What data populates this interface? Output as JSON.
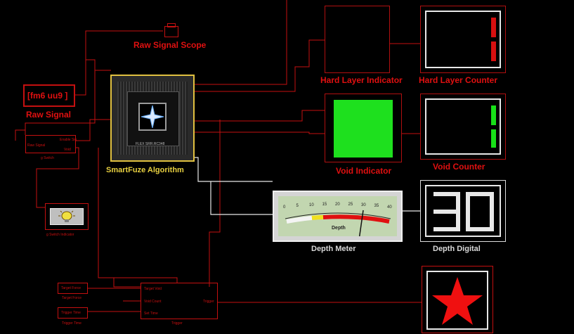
{
  "raw_signal": {
    "display": "[fm6 uu9  ]",
    "label": "Raw Signal"
  },
  "scope": {
    "label": "Raw Signal Scope"
  },
  "algorithm": {
    "label": "SmartFuze Algorithm",
    "chip_text": "FLEX SRR.RC348"
  },
  "switch_block": {
    "in_label": "Raw Signal",
    "out1": "Enable Sig",
    "out2": "Void",
    "caption": "g Switch"
  },
  "hard_indicator": {
    "label": "Hard Layer Indicator"
  },
  "hard_counter": {
    "label": "Hard Layer Counter"
  },
  "void_indicator": {
    "label": "Void Indicator",
    "color": "#1ee01e"
  },
  "void_counter": {
    "label": "Void Counter"
  },
  "depth_meter": {
    "label": "Depth Meter",
    "scale": [
      "0",
      "5",
      "10",
      "15",
      "20",
      "25",
      "30",
      "35",
      "40"
    ],
    "unit": "Depth",
    "value": 30,
    "range": [
      0,
      40
    ]
  },
  "depth_digital": {
    "label": "Depth Digital",
    "value": "30"
  },
  "lamp": {
    "caption": "g Switch Indicator"
  },
  "trigger_block": {
    "in1": "Target Void",
    "in2": "Void Count",
    "in3": "Set Time",
    "out": "Trigger",
    "caption": "Trigger"
  },
  "target_force": {
    "value": "Target Force",
    "caption": "Target Force"
  },
  "trigger_time": {
    "value": "Trigger Time",
    "caption": "Trigger Time"
  },
  "colors": {
    "accent": "#e01010",
    "wire": "#c41010",
    "gold": "#e0c040",
    "green": "#1ee01e"
  }
}
